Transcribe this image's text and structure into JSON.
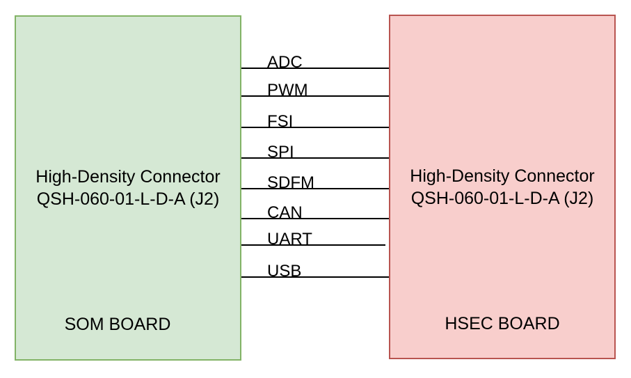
{
  "diagram": {
    "som_board": {
      "connector_line1": "High-Density Connector",
      "connector_line2": "QSH-060-01-L-D-A (J2)",
      "board_name": "SOM BOARD",
      "fill_color": "#d5e8d4",
      "border_color": "#82b366"
    },
    "hsec_board": {
      "connector_line1": "High-Density Connector",
      "connector_line2": "QSH-060-01-L-D-A (J2)",
      "board_name": "HSEC BOARD",
      "fill_color": "#f8cecc",
      "border_color": "#b85450"
    },
    "signals": [
      {
        "label": "ADC"
      },
      {
        "label": "PWM"
      },
      {
        "label": "FSI"
      },
      {
        "label": "SPI"
      },
      {
        "label": "SDFM"
      },
      {
        "label": "CAN"
      },
      {
        "label": "UART"
      },
      {
        "label": "USB"
      }
    ],
    "line_color": "#000000",
    "text_color": "#000000",
    "background_color": "#ffffff"
  }
}
